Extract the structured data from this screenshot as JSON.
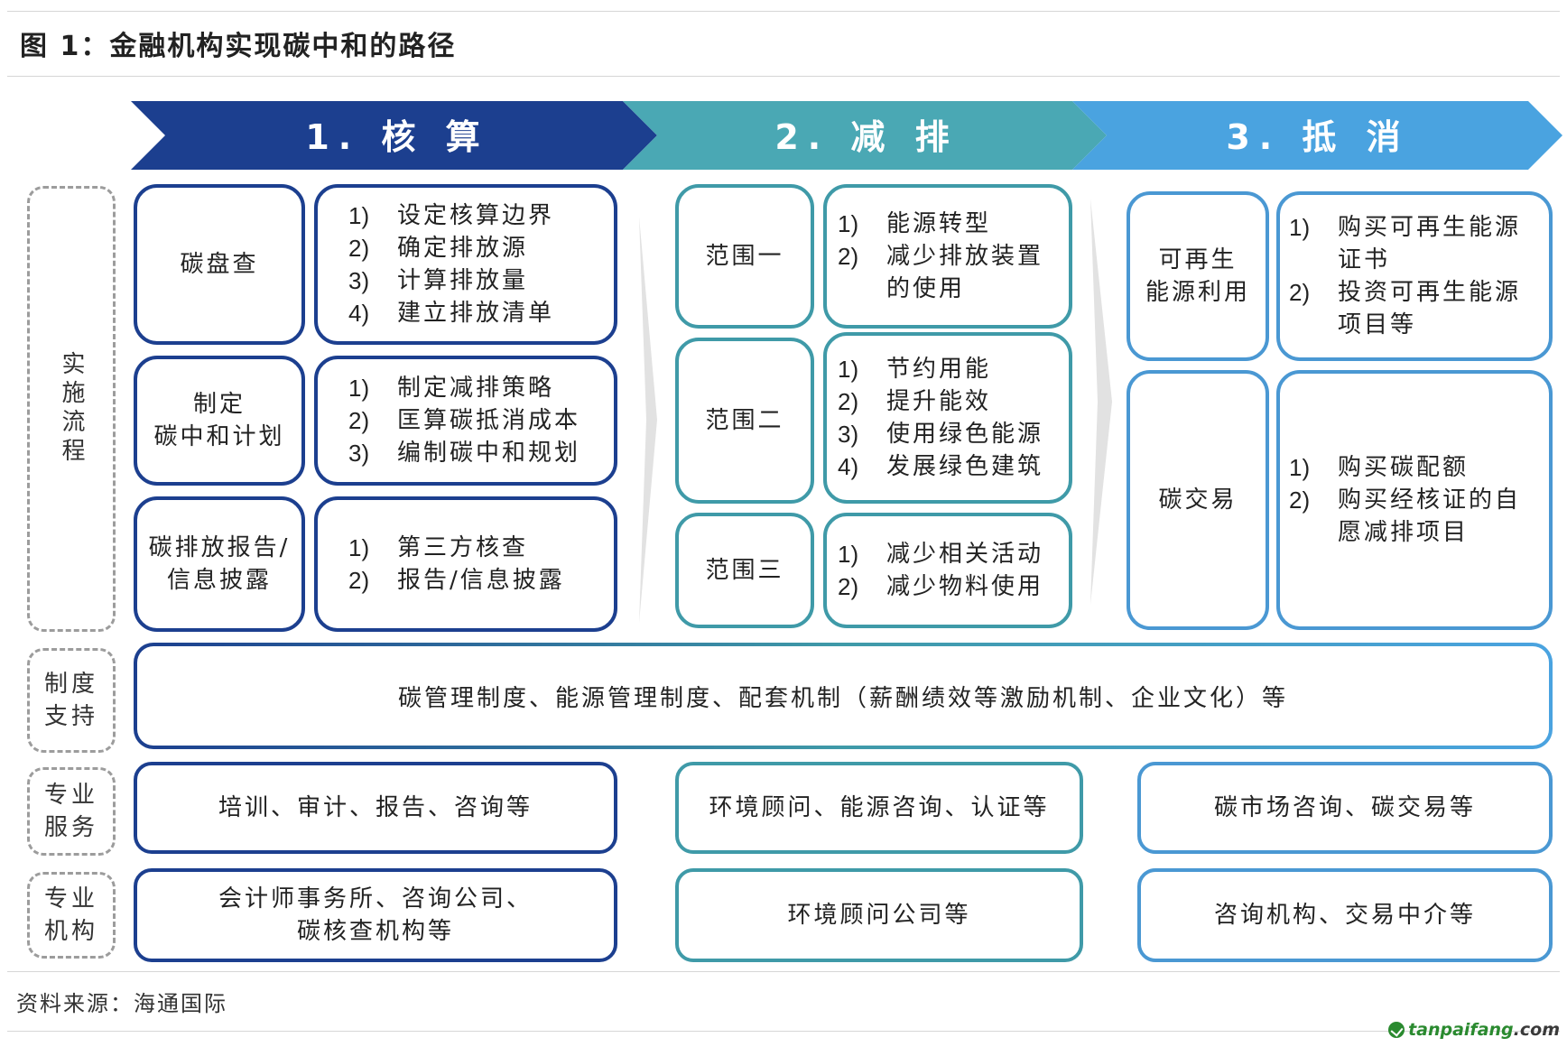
{
  "title": "图 1：金融机构实现碳中和的路径",
  "source": "资料来源：海通国际",
  "watermark": {
    "name": "tanpaifang",
    "tld": ".com"
  },
  "colors": {
    "stage1": "#1c3f8f",
    "stage2": "#4aa8b4",
    "stage3": "#4aa3e0",
    "dash": "#9c9c9c"
  },
  "stages": [
    {
      "label": "1. 核 算"
    },
    {
      "label": "2. 减 排"
    },
    {
      "label": "3. 抵 消"
    }
  ],
  "rows": {
    "process": "实施流程",
    "system": "制度\n支持",
    "service": "专业\n服务",
    "institution": "专业\n机构"
  },
  "stage1": {
    "items": [
      {
        "name": "碳盘查",
        "steps": [
          {
            "n": "1)",
            "t": "设定核算边界"
          },
          {
            "n": "2)",
            "t": "确定排放源"
          },
          {
            "n": "3)",
            "t": "计算排放量"
          },
          {
            "n": "4)",
            "t": "建立排放清单"
          }
        ]
      },
      {
        "name": "制定\n碳中和计划",
        "steps": [
          {
            "n": "1)",
            "t": "制定减排策略"
          },
          {
            "n": "2)",
            "t": "匡算碳抵消成本"
          },
          {
            "n": "3)",
            "t": "编制碳中和规划"
          }
        ]
      },
      {
        "name": "碳排放报告/\n信息披露",
        "steps": [
          {
            "n": "1)",
            "t": "第三方核查"
          },
          {
            "n": "2)",
            "t": "报告/信息披露"
          }
        ]
      }
    ]
  },
  "stage2": {
    "items": [
      {
        "name": "范围一",
        "steps": [
          {
            "n": "1)",
            "t": "能源转型"
          },
          {
            "n": "2)",
            "t": "减少排放装置\n的使用"
          }
        ]
      },
      {
        "name": "范围二",
        "steps": [
          {
            "n": "1)",
            "t": "节约用能"
          },
          {
            "n": "2)",
            "t": "提升能效"
          },
          {
            "n": "3)",
            "t": "使用绿色能源"
          },
          {
            "n": "4)",
            "t": "发展绿色建筑"
          }
        ]
      },
      {
        "name": "范围三",
        "steps": [
          {
            "n": "1)",
            "t": "减少相关活动"
          },
          {
            "n": "2)",
            "t": "减少物料使用"
          }
        ]
      }
    ]
  },
  "stage3": {
    "items": [
      {
        "name": "可再生\n能源利用",
        "steps": [
          {
            "n": "1)",
            "t": "购买可再生能源\n证书"
          },
          {
            "n": "2)",
            "t": "投资可再生能源\n项目等"
          }
        ]
      },
      {
        "name": "碳交易",
        "steps": [
          {
            "n": "1)",
            "t": "购买碳配额"
          },
          {
            "n": "2)",
            "t": "购买经核证的自\n愿减排项目"
          }
        ]
      }
    ]
  },
  "system_support": "碳管理制度、能源管理制度、配套机制（薪酬绩效等激励机制、企业文化）等",
  "services": [
    "培训、审计、报告、咨询等",
    "环境顾问、能源咨询、认证等",
    "碳市场咨询、碳交易等"
  ],
  "institutions": [
    "会计师事务所、咨询公司、\n碳核查机构等",
    "环境顾问公司等",
    "咨询机构、交易中介等"
  ]
}
